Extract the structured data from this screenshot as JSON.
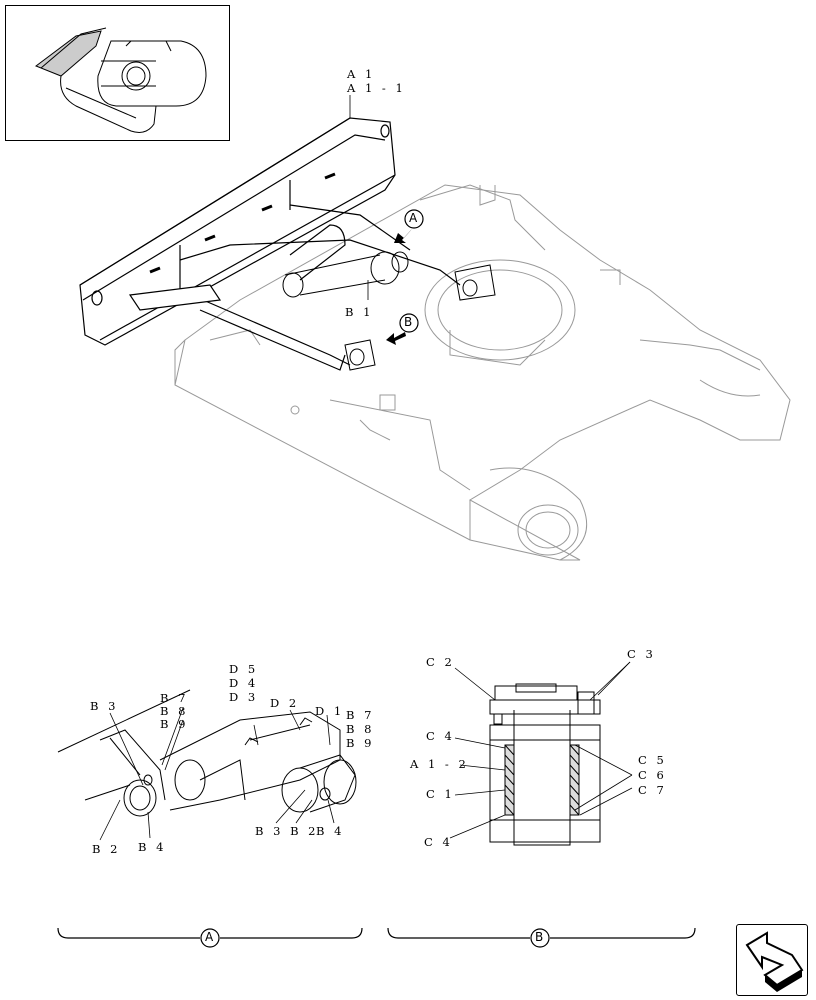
{
  "callouts": {
    "a1": "A 1",
    "a1_1": "A 1 - 1",
    "b1": "B 1",
    "arrow_a": "A",
    "arrow_b": "B",
    "detail_a": {
      "b3_left": "B 3",
      "b7_top": "B 7",
      "b8_top": "B 8",
      "b9_top": "B 9",
      "d5": "D 5",
      "d4": "D 4",
      "d3": "D 3",
      "d2": "D 2",
      "d1": "D 1",
      "b7_right": "B 7",
      "b8_right": "B 8",
      "b9_right": "B 9",
      "b2_left": "B 2",
      "b4_left": "B 4",
      "b3_b2_bottom": "B 3 B 2",
      "b4_right": "B 4"
    },
    "detail_b": {
      "c2": "C 2",
      "c3": "C 3",
      "c4_top": "C 4",
      "a1_2": "A 1 - 2",
      "c1": "C 1",
      "c4_bottom": "C 4",
      "c5": "C 5",
      "c6": "C 6",
      "c7": "C 7"
    }
  },
  "section_markers": {
    "left": "A",
    "right": "B"
  }
}
